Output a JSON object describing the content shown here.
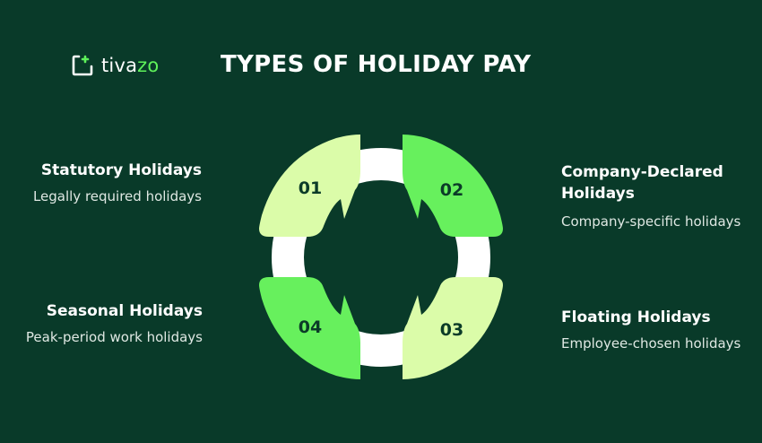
{
  "brand": {
    "name_prefix": "tiva",
    "name_suffix": "zo"
  },
  "title": "TYPES OF HOLIDAY PAY",
  "colors": {
    "background": "#093a29",
    "light_green": "#dbfca9",
    "bright_green": "#67f05d",
    "ring": "#ffffff"
  },
  "items": [
    {
      "number": "01",
      "title": "Statutory Holidays",
      "description": "Legally required holidays"
    },
    {
      "number": "02",
      "title_line1": "Company-Declared",
      "title_line2": "Holidays",
      "description": "Company-specific holidays"
    },
    {
      "number": "03",
      "title": "Floating Holidays",
      "description": "Employee-chosen holidays"
    },
    {
      "number": "04",
      "title": "Seasonal Holidays",
      "description": "Peak-period work holidays"
    }
  ]
}
